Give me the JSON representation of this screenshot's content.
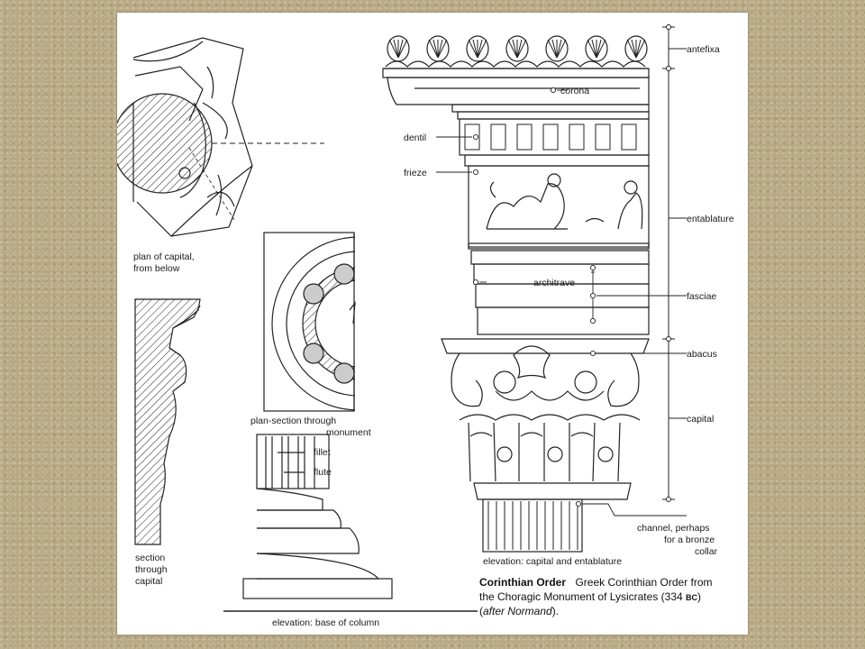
{
  "labels": {
    "antefixa": "antefixa",
    "corona": "corona",
    "dentil": "dentil",
    "frieze": "frieze",
    "entablature": "entablature",
    "architrave": "architrave",
    "fasciae": "fasciae",
    "abacus": "abacus",
    "capital": "capital",
    "channel_1": "channel, perhaps",
    "channel_2": "for a bronze",
    "channel_3": "collar",
    "fillet": "fillet",
    "flute": "flute",
    "plan_capital_1": "plan of capital,",
    "plan_capital_2": "from below",
    "plan_section_1": "plan-section through",
    "plan_section_2": "monument",
    "section_1": "section",
    "section_2": "through",
    "section_3": "capital",
    "elev_capital": "elevation: capital and entablature",
    "elev_base": "elevation: base of column"
  },
  "caption": {
    "title": "Corinthian Order",
    "line1": "Greek Corinthian Order from",
    "line2_pre": "the Choragic Monument of Lysicrates (334 ",
    "line2_bc": "BC",
    "line2_post": ")",
    "line3_pre": "(",
    "line3_italic": "after Normand",
    "line3_post": ")."
  }
}
